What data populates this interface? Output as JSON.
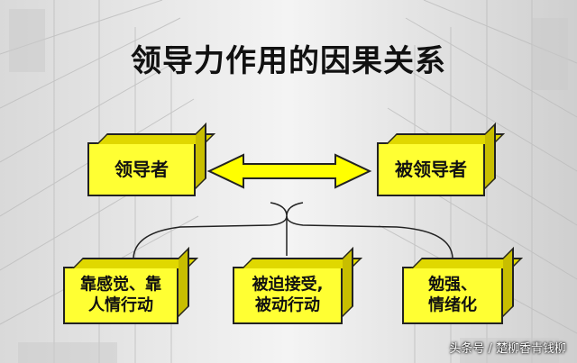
{
  "title": "领导力作用的因果关系",
  "boxes": {
    "leader": "领导者",
    "follower": "被领导者",
    "b1_line1": "靠感觉、靠",
    "b1_line2": "人情行动",
    "b2_line1": "被迫接受,",
    "b2_line2": "被动行动",
    "b3_line1": "勉强、",
    "b3_line2": "情绪化"
  },
  "watermark": "头条号 / 楚柳香青钱柳",
  "colors": {
    "box_fill": "#ffff33",
    "outline": "#222222",
    "arrow_fill": "#ffff00"
  }
}
